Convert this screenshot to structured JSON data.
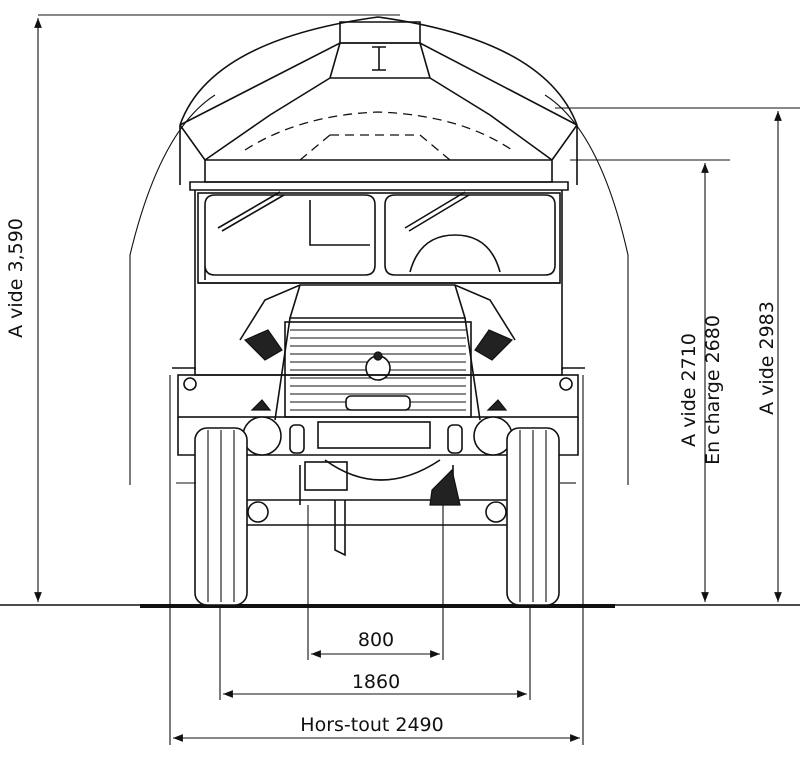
{
  "dimensions": {
    "overall_height": "A vide 3,590",
    "cab_height_empty": "A vide 2710",
    "cab_height_loaded": "En charge 2680",
    "top_height_empty": "A vide 2983",
    "width_800": "800",
    "width_1860": "1860",
    "width_overall": "Hors-tout 2490"
  },
  "colors": {
    "ink": "#111111",
    "paper": "#ffffff"
  }
}
